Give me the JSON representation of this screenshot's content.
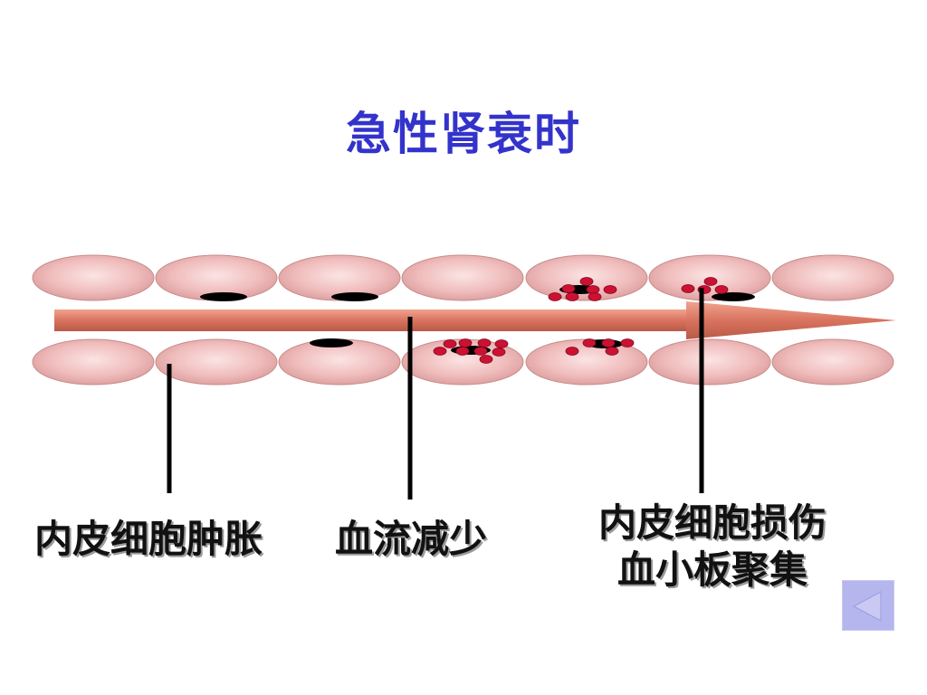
{
  "slide": {
    "title": "急性肾衰时"
  },
  "labels": {
    "endothelial_swelling": "内皮细胞肿胀",
    "reduced_blood_flow": "血流减少",
    "endothelial_damage_line1": "内皮细胞损伤",
    "endothelial_damage_line2": "血小板聚集"
  },
  "nav": {
    "back_icon": "triangle-left-icon"
  },
  "colors": {
    "title": "#3333cc",
    "cell_fill": "#f0bcbc",
    "arrow": "#d9735f",
    "platelet": "#cc1133",
    "nucleus": "#000000",
    "nav_button": "#b6b6ee"
  }
}
